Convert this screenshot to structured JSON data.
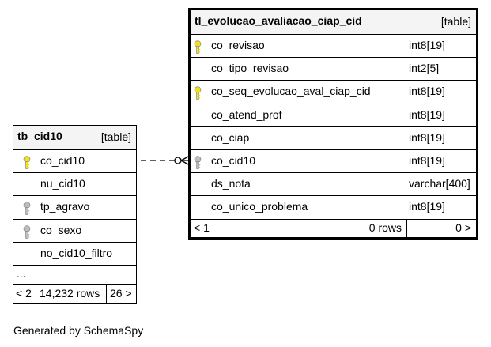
{
  "left_table": {
    "name": "tb_cid10",
    "kind": "[table]",
    "columns": [
      {
        "name": "co_cid10",
        "key": "primary"
      },
      {
        "name": "nu_cid10",
        "key": "none"
      },
      {
        "name": "tp_agravo",
        "key": "foreign"
      },
      {
        "name": "co_sexo",
        "key": "foreign"
      },
      {
        "name": "no_cid10_filtro",
        "key": "none"
      }
    ],
    "ellipsis": "...",
    "footer": {
      "prev": "< 2",
      "rows": "14,232 rows",
      "next": "26 >"
    }
  },
  "right_table": {
    "name": "tl_evolucao_avaliacao_ciap_cid",
    "kind": "[table]",
    "columns": [
      {
        "name": "co_revisao",
        "type": "int8[19]",
        "key": "primary"
      },
      {
        "name": "co_tipo_revisao",
        "type": "int2[5]",
        "key": "none"
      },
      {
        "name": "co_seq_evolucao_aval_ciap_cid",
        "type": "int8[19]",
        "key": "primary"
      },
      {
        "name": "co_atend_prof",
        "type": "int8[19]",
        "key": "none"
      },
      {
        "name": "co_ciap",
        "type": "int8[19]",
        "key": "none"
      },
      {
        "name": "co_cid10",
        "type": "int8[19]",
        "key": "foreign"
      },
      {
        "name": "ds_nota",
        "type": "varchar[400]",
        "key": "none"
      },
      {
        "name": "co_unico_problema",
        "type": "int8[19]",
        "key": "none"
      }
    ],
    "footer": {
      "prev": "< 1",
      "rows": "0 rows",
      "next": "0 >"
    }
  },
  "key_colors": {
    "primary": "#f2e11a",
    "foreign": "#bdbdbd"
  },
  "generated_by": "Generated by SchemaSpy"
}
